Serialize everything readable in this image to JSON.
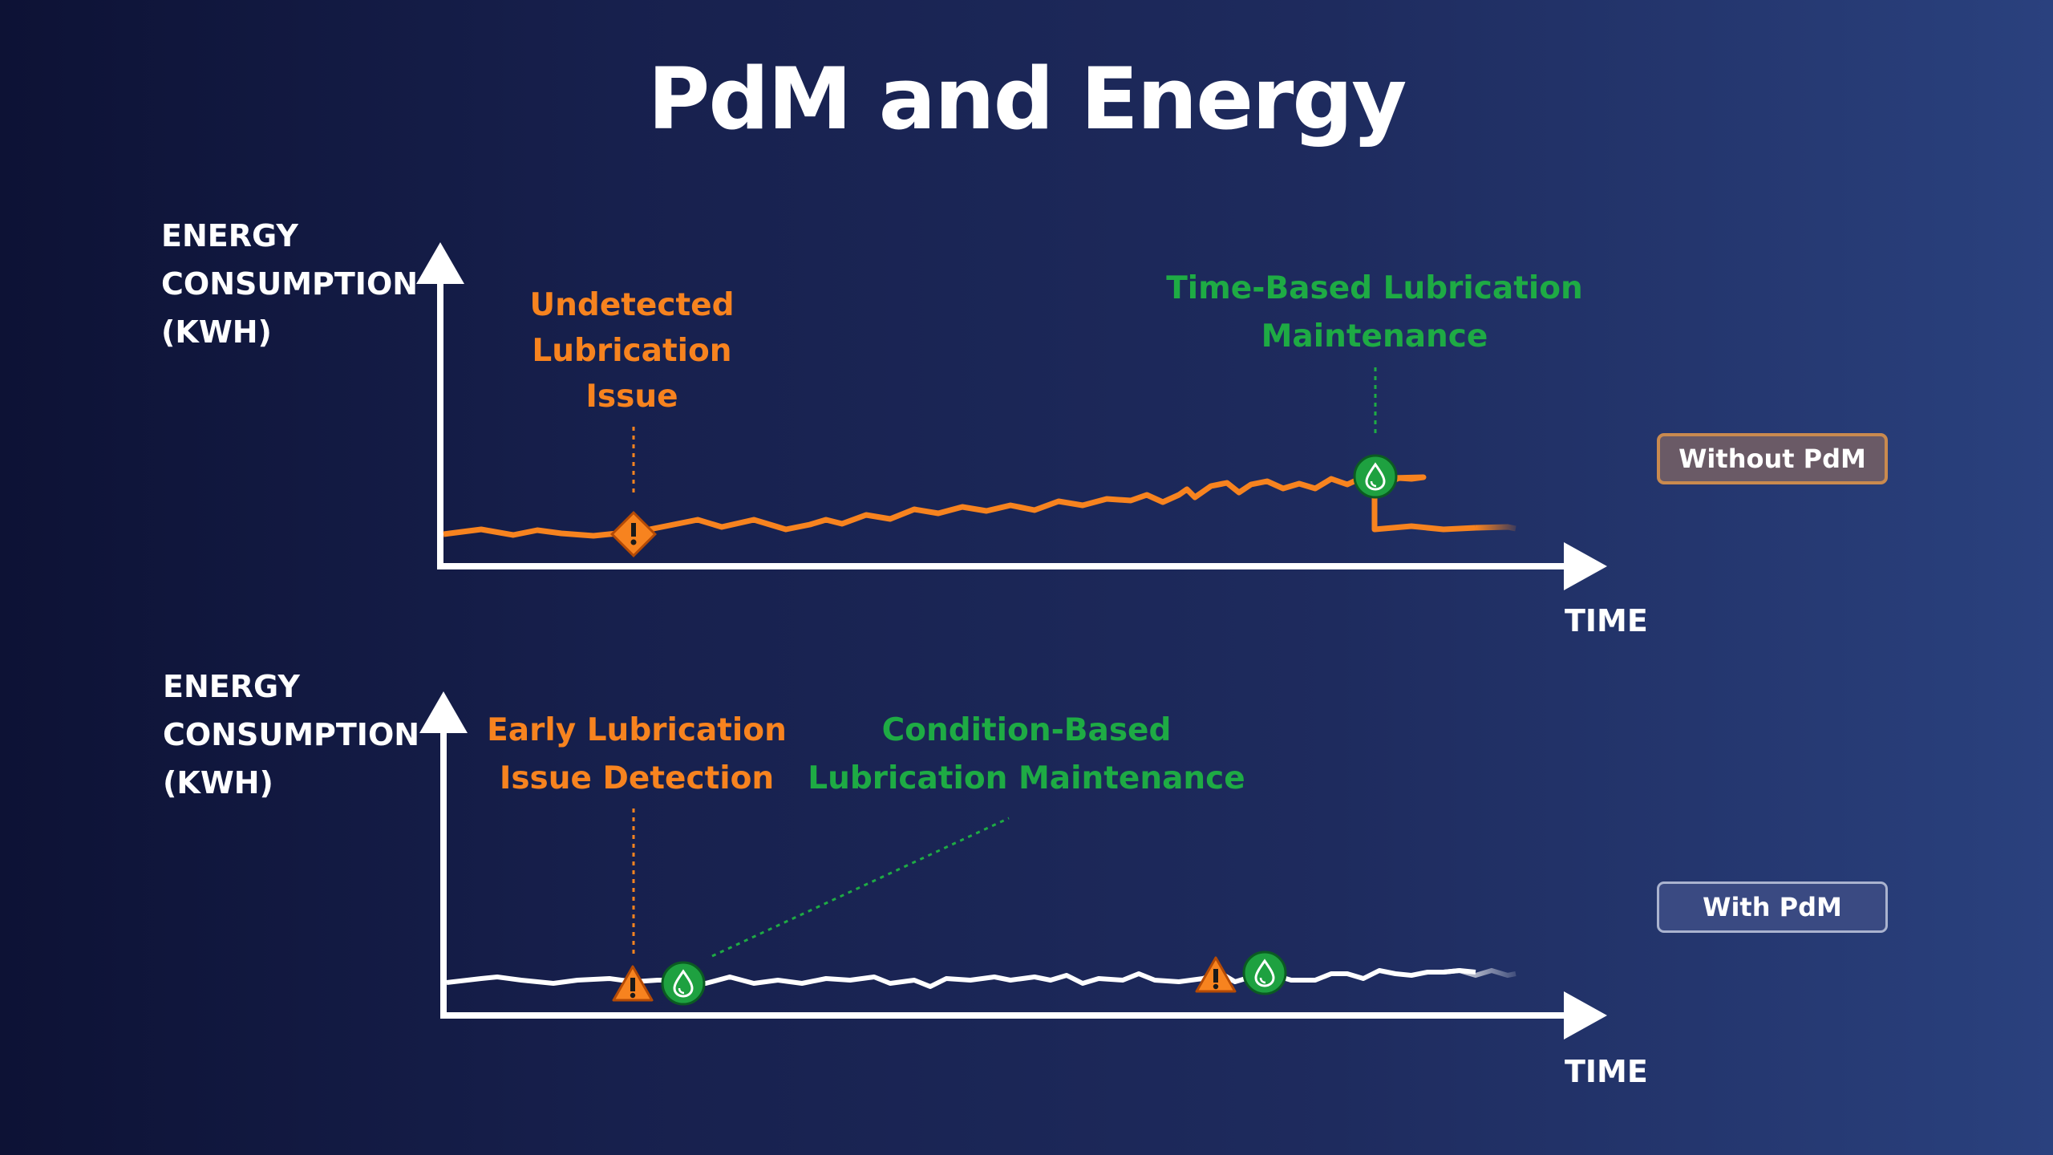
{
  "title": "PdM and Energy",
  "colors": {
    "orange": "#f7831f",
    "green": "#1eab44",
    "white": "#ffffff"
  },
  "chart_top": {
    "ylabel_lines": [
      "ENERGY",
      "CONSUMPTION",
      "(KWH)"
    ],
    "xlabel": "TIME",
    "badge": "Without PdM",
    "annotations": [
      {
        "label": "Undetected\nLubrication\nIssue",
        "color": "orange",
        "icon": "warning-diamond-icon"
      },
      {
        "label": "Time-Based Lubrication\nMaintenance",
        "color": "green",
        "icon": "oil-drop-icon"
      }
    ]
  },
  "chart_bottom": {
    "ylabel_lines": [
      "ENERGY",
      "CONSUMPTION",
      "(KWH)"
    ],
    "xlabel": "TIME",
    "badge": "With PdM",
    "annotations": [
      {
        "label": "Early Lubrication\nIssue Detection",
        "color": "orange",
        "icon": "warning-triangle-icon"
      },
      {
        "label": "Condition-Based\nLubrication Maintenance",
        "color": "green",
        "icon": "oil-drop-icon"
      }
    ]
  }
}
